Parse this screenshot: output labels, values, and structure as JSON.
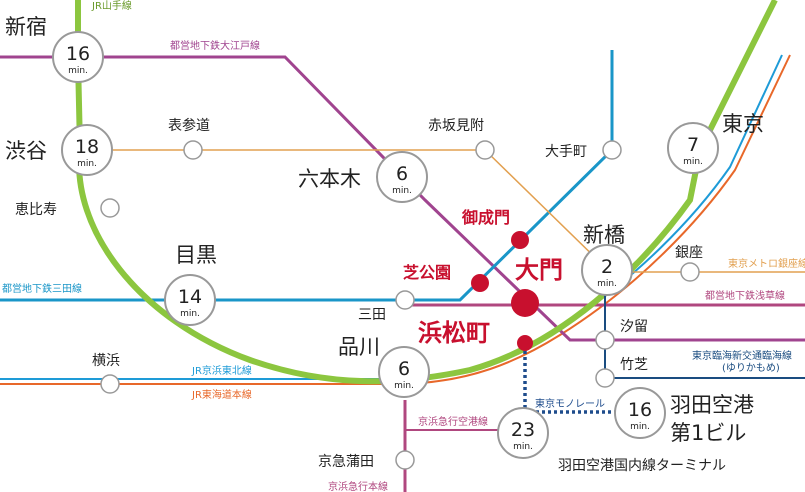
{
  "colors": {
    "jr_yamanote": "#8cc63f",
    "oedo": "#a0448f",
    "mita": "#1a96c8",
    "keihin_tohoku": "#1e9bd7",
    "tokaido": "#e8682a",
    "hanzomon_ginza": "#e2a050",
    "asakusa": "#b0477f",
    "monorail": "#1e4c8c",
    "rinkai": "#1a4c80",
    "highlight": "#c8102e"
  },
  "lines": {
    "yamanote": "JR山手線",
    "oedo": "都営地下鉄大江戸線",
    "mita": "都営地下鉄三田線",
    "keihin_tohoku": "JR京浜東北線",
    "tokaido": "JR東海道本線",
    "ginza": "東京メトロ銀座線",
    "asakusa": "都営地下鉄浅草線",
    "rinkai": "東京臨海新交通臨海線",
    "rinkai_sub": "(ゆりかもめ)",
    "monorail": "東京モノレール",
    "keikyu_airport": "京浜急行空港線",
    "keikyu_main": "京浜急行本線"
  },
  "stations": {
    "shinjuku": "新宿",
    "shibuya": "渋谷",
    "ebisu": "恵比寿",
    "omotesando": "表参道",
    "akasaka_mitsuke": "赤坂見附",
    "otemachi": "大手町",
    "tokyo": "東京",
    "roppongi": "六本木",
    "onarimon": "御成門",
    "shibakoen": "芝公園",
    "daimon": "大門",
    "hamamatsucho": "浜松町",
    "shimbashi": "新橋",
    "ginza": "銀座",
    "meguro": "目黒",
    "mita": "三田",
    "shiodome": "汐留",
    "takeshiba": "竹芝",
    "shinagawa": "品川",
    "yokohama": "横浜",
    "haneda_t1": "羽田空港",
    "haneda_t1_b": "第1ビル",
    "keikyu_kamata": "京急蒲田",
    "haneda_domestic": "羽田空港国内線ターミナル"
  },
  "times": {
    "unit": "min.",
    "shinjuku": "16",
    "shibuya": "18",
    "tokyo": "7",
    "roppongi": "6",
    "shimbashi": "2",
    "meguro": "14",
    "shinagawa": "6",
    "haneda_t1": "16",
    "haneda_domestic": "23"
  }
}
